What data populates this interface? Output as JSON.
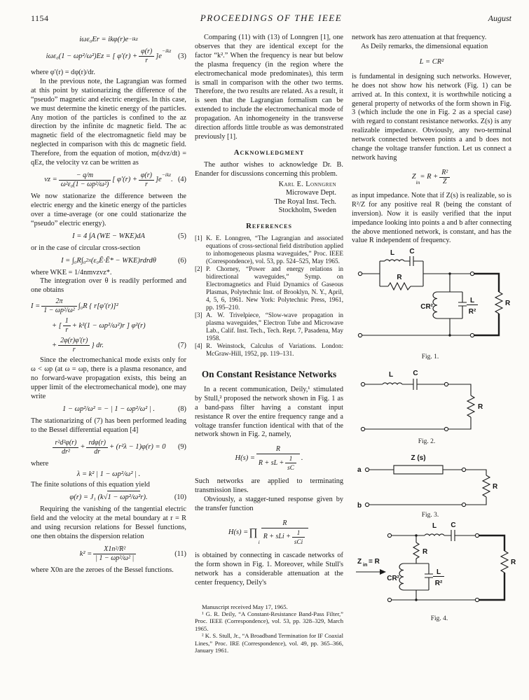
{
  "header": {
    "page_number": "1154",
    "journal": "PROCEEDINGS OF THE IEEE",
    "issue": "August"
  },
  "left": {
    "eq0": {
      "body": "iωε₀Er = ikφ(r)e",
      "sup": "−ikz"
    },
    "eq3": {
      "pre": "iωε₀(1 − ωp²/ω²)Ez = [ φ′(r) + ",
      "fn": "φ(r)",
      "fd": "r",
      "post": " ]e",
      "sup": "−ikz",
      "num": "(3)"
    },
    "where_phi": "where φ′(r) = dφ(r)/dr.",
    "para1": "In the previous note, the Lagrangian was formed at this point by stationarizing the difference of the “pseudo” magnetic and electric energies. In this case, we must determine the kinetic energy of the particles. Any motion of the particles is confined to the az direction by the infinite dc magnetic field. The ac magnetic field of the electromagnetic field may be neglected in comparison with this dc magnetic field. Therefore, from the equation of motion, m(dvz/dt) = qEz, the velocity vz can be written as",
    "eq4": {
      "pre": "vz = ",
      "f1n": "− q/m",
      "f1d": "ω²ε₀(1 − ωp²/ω²)",
      "mid": " [ φ′(r) + ",
      "f2n": "φ(r)",
      "f2d": "r",
      "post": " ]e",
      "sup": "−ikz",
      "tail": ".",
      "num": "(4)"
    },
    "para2": "We now stationarize the difference between the electric energy and the kinetic energy of the particles over a time-average (or one could stationarize the “pseudo” electric energy).",
    "eq5": {
      "body": "I = 4 ∫A (WE − WKE)dA",
      "num": "(5)"
    },
    "line_circ": "or in the case of circular cross-section",
    "eq6": {
      "pre": "I = ∫₀R∫₀",
      "sup": "2π",
      "post": " (ε₀Ē·Ē* − WKE)rdrdθ",
      "num": "(6)"
    },
    "where_wke": "where WKE = 1/4nmvzvz*.",
    "line_int": "The integration over θ is readily performed and one obtains",
    "eq7": {
      "l1pre": "I = ",
      "f1n": "2π",
      "f1d": "1 − ωp²/ω²",
      "l1post": " ∫₀R { r[φ′(r)]²",
      "l2pre": "+ [ ",
      "f2n": "1",
      "f2d": "r",
      "l2post": " + k²(1 − ωp²/ω²)r ] φ²(r)",
      "l3pre": "+ ",
      "f3n": "2φ(r)φ′(r)",
      "f3d": "r",
      "l3post": " } dr.",
      "num": "(7)"
    },
    "para3": "Since the electromechanical mode exists only for ω < ωp (at ω = ωp, there is a plasma resonance, and no forward-wave propagation exists, this being an upper limit of the electromechanical mode), one may write",
    "eq8": {
      "body": "1 − ωp²/ω² = − | 1 − ωp²/ω² | .",
      "num": "(8)"
    },
    "line_stat": "The stationarizing of (7) has been performed leading to the Bessel differential equation [4]",
    "eq9": {
      "f1n": "r²d²φ(r)",
      "f1d": "dr²",
      "mid": " + ",
      "f2n": "rdφ(r)",
      "f2d": "dr",
      "post": " + (r²λ − 1)φ(r) = 0",
      "num": "(9)"
    },
    "where_only": "where",
    "eq_lambda": {
      "body": "λ = k² | 1 − ωp²/ω² | ."
    },
    "line_finite": "The finite solutions of this equation yield",
    "eq10": {
      "pre": "φ(r) = J₁ (k√",
      "ovl": " 1 − ωp²/ω² ",
      "post": " r).",
      "num": "(10)"
    },
    "para4": "Requiring the vanishing of the tangential electric field and the velocity at the metal boundary at r = R and using recursion relations for Bessel functions, one then obtains the dispersion relation",
    "eq11": {
      "pre": "k² = ",
      "fn": "X1n²/R²",
      "fd": "| 1 − ωp²/ω² |",
      "num": "(11)"
    },
    "line_zeroes": "where X0n are the zeroes of the Bessel functions."
  },
  "middle": {
    "para1": "Comparing (11) with (13) of Lonngren [1], one observes that they are identical except for the factor “k².” When the frequency is near but below the plasma frequency (in the region where the electromechanical mode predominates), this term is small in comparison with the other two terms. Therefore, the two results are related. As a result, it is seen that the Lagrangian formalism can be extended to include the electromechanical mode of propagation. An inhomogeneity in the transverse direction affords little trouble as was demonstrated previously [1].",
    "ack_heading": "Acknowledgment",
    "ack_text": "The author wishes to acknowledge Dr. B. Enander for discussions concerning this problem.",
    "signature": [
      "Karl E. Lonngren",
      "Microwave Dept.",
      "The Royal Inst. Tech.",
      "Stockholm, Sweden"
    ],
    "refs_heading": "References",
    "refs": [
      {
        "num": "[1]",
        "text": "K. E. Lonngren, “The Lagrangian and associated equations of cross-sectional field distribution applied to inhomogeneous plasma waveguides,” Proc. IEEE (Correspondence), vol. 53, pp. 524–525, May 1965."
      },
      {
        "num": "[2]",
        "text": "P. Chorney, “Power and energy relations in bidirectional waveguides,” Symp. on Electromagnetics and Fluid Dynamics of Gaseous Plasmas, Polytechnic Inst. of Brooklyn, N. Y., April, 4, 5, 6, 1961. New York: Polytechnic Press, 1961, pp. 195–210."
      },
      {
        "num": "[3]",
        "text": "A. W. Trivelpiece, “Slow-wave propagation in plasma waveguides,” Electron Tube and Microwave Lab., Calif. Inst. Tech., Tech. Rept. 7, Pasadena, May 1958."
      },
      {
        "num": "[4]",
        "text": "R. Weinstock, Calculus of Variations. London: McGraw-Hill, 1952, pp. 119–131."
      }
    ],
    "section_title": "On Constant Resistance Networks",
    "para2": "In a recent communication, Deily,¹ stimulated by Stull,² proposed the network shown in Fig. 1 as a band-pass filter having a constant input resistance R over the entire frequency range and a voltage transfer function identical with that of the network shown in Fig. 2, namely,",
    "eqH1": {
      "pre": "H(s) = ",
      "fn": "R",
      "fd1": "R + sL + ",
      "gn": "1",
      "gd": "sC",
      "tail": " ."
    },
    "line_such": "Such networks are applied to terminating transmission lines.",
    "line_obv": "Obviously, a stagger-tuned response given by the transfer function",
    "eqH2": {
      "pre": "H(s) = ",
      "prod": "∏",
      "prodsub": "i",
      "fn": "R",
      "fd1": "R + sLi + ",
      "gn": "1",
      "gd": "sCi"
    },
    "para3": "is obtained by connecting in cascade networks of the form shown in Fig. 1. Moreover, while Stull's network has a considerable attenuation at the center frequency, Deily's",
    "footnotes": [
      "Manuscript received May 17, 1965.",
      "¹ G. R. Deily, “A Constant-Resistance Band-Pass Filter,” Proc. IEEE (Correspondence), vol. 53, pp. 328–329, March 1965.",
      "² K. S. Stull, Jr., “A Broadband Termination for IF Coaxial Lines,” Proc. IRE (Correspondence), vol. 49, pp. 365–366, January 1961."
    ]
  },
  "right": {
    "para1": "network has zero attenuation at that frequency.",
    "para2": "As Deily remarks, the dimensional equation",
    "eq_dim": {
      "body": "L = CR²"
    },
    "para3": "is fundamental in designing such networks. However, he does not show how his network (Fig. 1) can be arrived at. In this context, it is worthwhile noticing a general property of networks of the form shown in Fig. 3 (which include the one in Fig. 2 as a special case) with regard to constant resistance networks. Z(s) is any realizable impedance. Obviously, any two-terminal network connected between points a and b does not change the voltage transfer function. Let us connect a network having",
    "eqZ": {
      "z": "Z",
      "zsub": "in",
      "mid": " = R + ",
      "fn": "R²",
      "fd": "Z"
    },
    "para4": "as input impedance. Note that if Z(s) is realizable, so is R²/Z for any positive real R (being the constant of inversion). Now it is easily verified that the input impedance looking into points a and b after connecting the above mentioned network, is constant, and has the value R independent of frequency."
  },
  "figures": {
    "fig1": {
      "l": "L",
      "c": "C",
      "r_box": "R",
      "cr2": "CR²",
      "fr_n": "L",
      "fr_d": "R²",
      "r_right": "R",
      "caption": "Fig. 1."
    },
    "fig2": {
      "l": "L",
      "c": "C",
      "r": "R",
      "caption": "Fig. 2."
    },
    "fig3": {
      "z": "Z (s)",
      "a": "a",
      "b": "b",
      "r": "R",
      "caption": "Fig. 3."
    },
    "fig4": {
      "zin_z": "Z",
      "zin_sub": "in",
      "zin_eq": "= R",
      "l": "L",
      "c": "C",
      "r_series": "R",
      "cr2": "CR²",
      "fr_n": "L",
      "fr_d": "R²",
      "r_right": "R",
      "caption": "Fig. 4."
    }
  }
}
